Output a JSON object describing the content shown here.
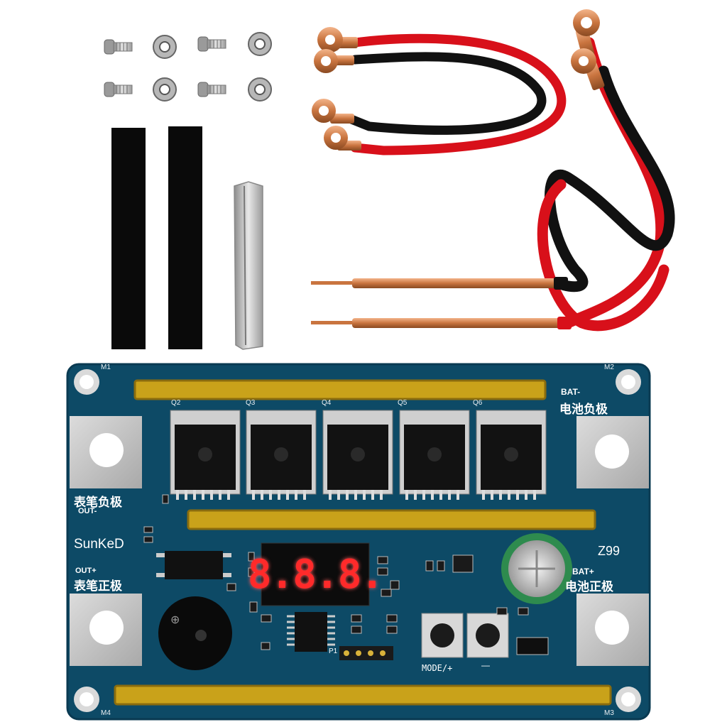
{
  "board": {
    "brand": "SunKeD",
    "model": "Z99",
    "display": "8.8.8.",
    "bat_neg_en": "BAT-",
    "bat_neg_cn": "电池负极",
    "bat_pos_en": "BAT+",
    "bat_pos_cn": "电池正极",
    "out_neg_cn": "表笔负极",
    "out_neg_en": "OUT-",
    "out_pos_en": "OUT+",
    "out_pos_cn": "表笔正极",
    "mode_label": "MODE/+",
    "minus_label": "—",
    "p1_label": "P1",
    "corner_m1": "M1",
    "corner_m2": "M2",
    "corner_m3": "M3",
    "corner_m4": "M4",
    "mosfet_labels": [
      "Q2",
      "Q3",
      "Q4",
      "Q5",
      "Q6"
    ]
  },
  "colors": {
    "pcb": "#0d4a66",
    "copper": "#d98a5a",
    "wire_red": "#d8101a",
    "wire_black": "#111111",
    "gold_bar": "#c9a21a",
    "led_red": "#ff2a2a"
  }
}
